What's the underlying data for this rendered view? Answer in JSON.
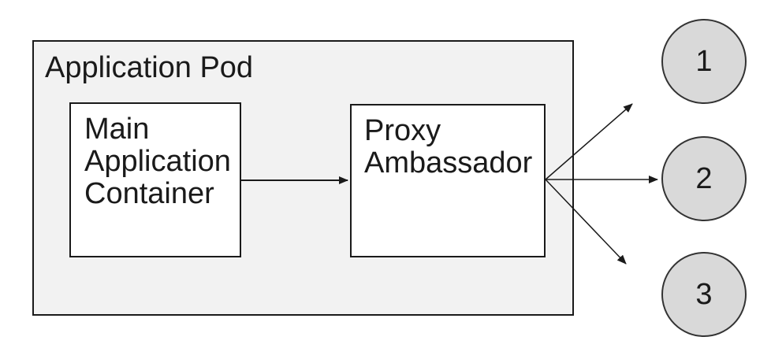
{
  "diagram": {
    "pod": {
      "label": "Application Pod"
    },
    "nodes": [
      {
        "id": "main-application-container",
        "label": "Main Application Container"
      },
      {
        "id": "proxy-ambassador",
        "label": "Proxy Ambassador"
      }
    ],
    "endpoints": [
      {
        "id": "endpoint-1",
        "label": "1"
      },
      {
        "id": "endpoint-2",
        "label": "2"
      },
      {
        "id": "endpoint-3",
        "label": "3"
      }
    ],
    "connections": [
      {
        "from": "main-application-container",
        "to": "proxy-ambassador"
      },
      {
        "from": "proxy-ambassador",
        "to": "endpoint-1"
      },
      {
        "from": "proxy-ambassador",
        "to": "endpoint-2"
      },
      {
        "from": "proxy-ambassador",
        "to": "endpoint-3"
      }
    ],
    "colors": {
      "canvas_bg": "#ffffff",
      "pod_fill": "#f2f2f2",
      "node_fill": "#ffffff",
      "endpoint_fill": "#d9d9d9",
      "stroke": "#1a1a1a"
    }
  }
}
